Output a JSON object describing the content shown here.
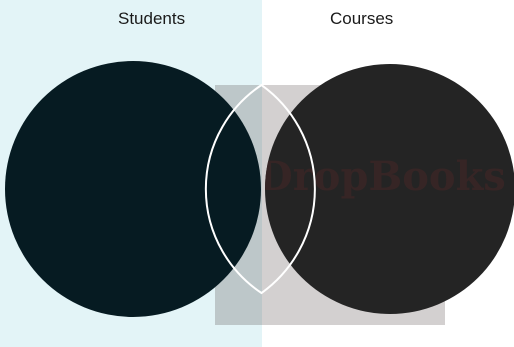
{
  "diagram": {
    "type": "venn",
    "sets": [
      {
        "label": "Students",
        "fill": "#061b22"
      },
      {
        "label": "Courses",
        "fill": "#242424"
      }
    ],
    "overlap_outline": "#ffffff",
    "background": {
      "left_panel": "#e3f4f7",
      "right_panel": "#ffffff"
    },
    "watermark": {
      "text": "DropBooks",
      "rendered_as_picture": true
    }
  }
}
